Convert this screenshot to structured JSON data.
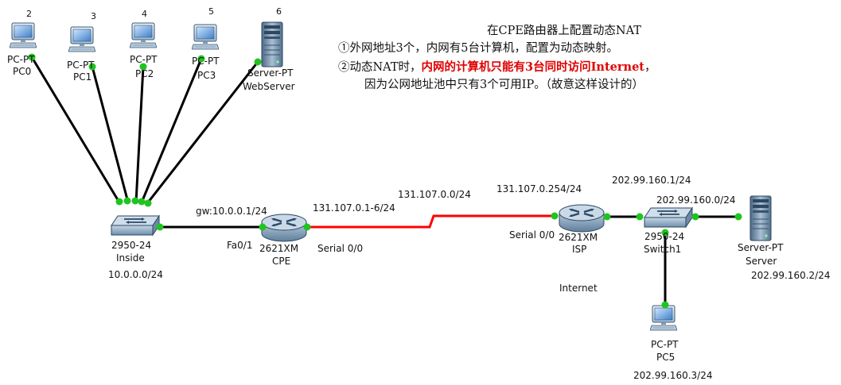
{
  "note": {
    "title": "在CPE路由器上配置动态NAT",
    "line1": "①外网地址3个，内网有5台计算机，配置为动态映射。",
    "line2_a": "②动态NAT时，",
    "line2_b": "内网的计算机只能有3台同时访问Internet",
    "line2_c": "，",
    "line3": "因为公网地址池中只有3个可用IP。（故意这样设计的）"
  },
  "colors": {
    "link": "#000000",
    "serial_link": "#ff0000",
    "port_dot": "#1fc41f",
    "highlight": "#e00000"
  },
  "devices": {
    "pc0": {
      "number": "2",
      "model": "PC-PT",
      "name": "PC0"
    },
    "pc1": {
      "number": "3",
      "model": "PC-PT",
      "name": "PC1"
    },
    "pc2": {
      "number": "4",
      "model": "PC-PT",
      "name": "PC2"
    },
    "pc3": {
      "number": "5",
      "model": "PC-PT",
      "name": "PC3"
    },
    "webserver": {
      "number": "6",
      "model": "Server-PT",
      "name": "WebServer"
    },
    "inside_switch": {
      "model": "2950-24",
      "name": "Inside",
      "network": "10.0.0.0/24"
    },
    "cpe": {
      "model": "2621XM",
      "name": "CPE",
      "gateway": "gw:10.0.0.1/24",
      "lan_port": "Fa0/1",
      "wan_port": "Serial 0/0",
      "wan_ip": "131.107.0.1-6/24"
    },
    "isp": {
      "model": "2621XM",
      "name": "ISP",
      "wan_port": "Serial 0/0",
      "wan_ip": "131.107.0.254/24",
      "lan_ip": "202.99.160.1/24"
    },
    "switch1": {
      "model": "2950-24",
      "name": "Switch1",
      "network": "202.99.160.0/24"
    },
    "server": {
      "model": "Server-PT",
      "name": "Server",
      "ip": "202.99.160.2/24"
    },
    "pc5": {
      "model": "PC-PT",
      "name": "PC5",
      "ip": "202.99.160.3/24"
    }
  },
  "serial_network": "131.107.0.0/24",
  "internet_label": "Internet"
}
